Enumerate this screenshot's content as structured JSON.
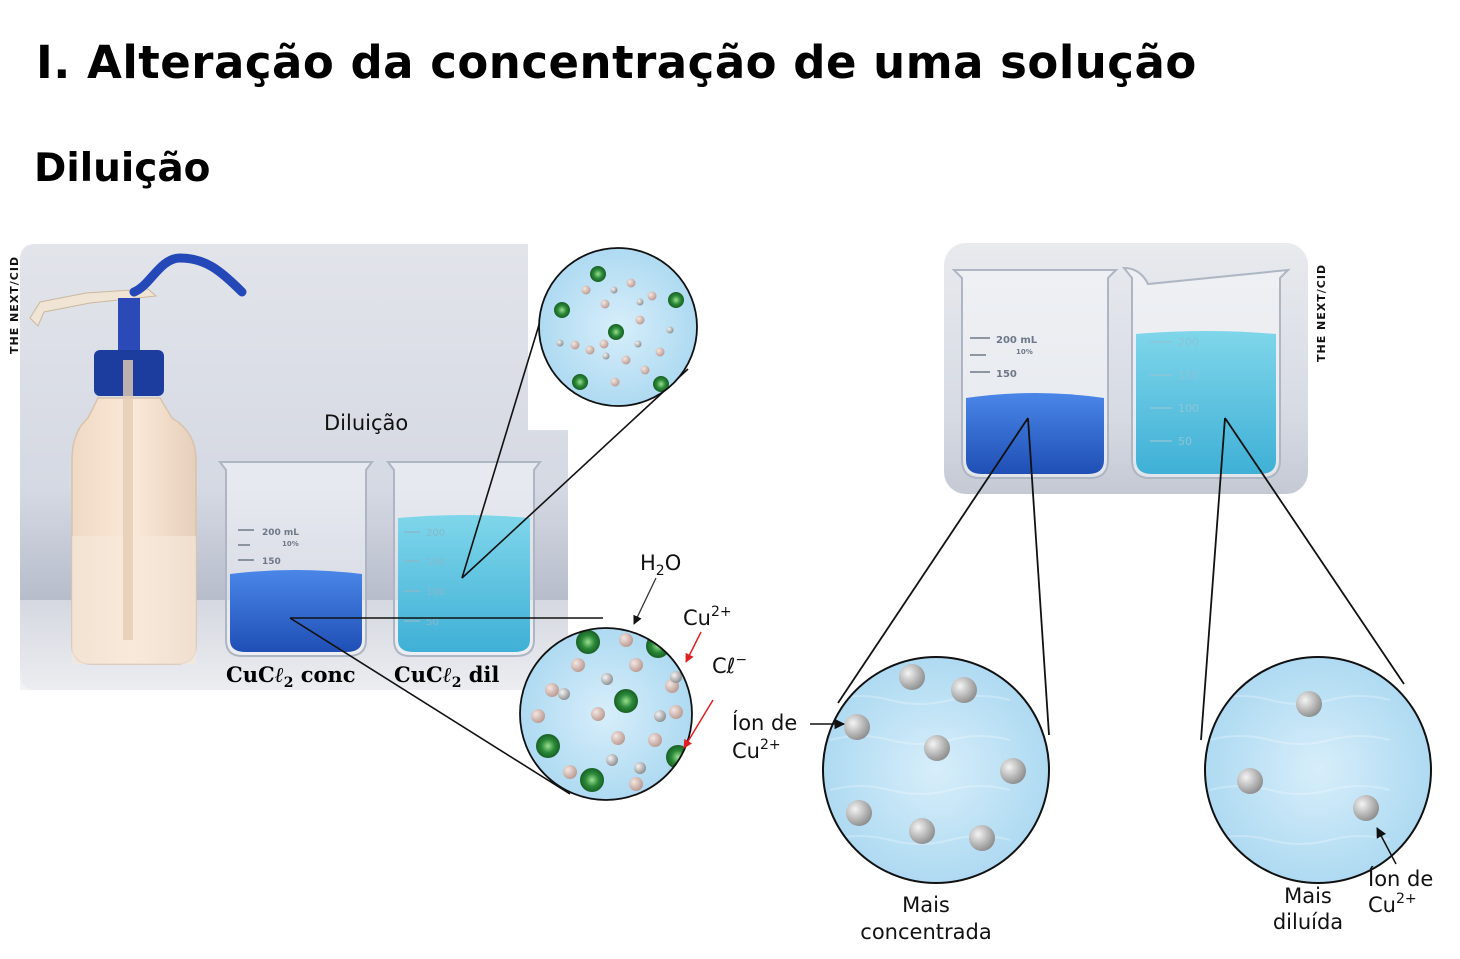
{
  "title": "I. Alteração da concentração de uma solução",
  "subtitle": "Diluição",
  "left_photo": {
    "credit": "THE NEXT/CID",
    "arrow_label": "Diluição",
    "beaker_conc": {
      "label_prefix": "CuC",
      "label_suffix": "conc",
      "marks": [
        "200 mL",
        "10%",
        "150"
      ]
    },
    "beaker_dil": {
      "label_prefix": "CuC",
      "label_suffix": "dil",
      "marks": [
        "200",
        "150",
        "100",
        "50"
      ]
    }
  },
  "left_zoom": {
    "h2o": {
      "base": "H",
      "sub": "2",
      "rest": "O"
    },
    "cu": {
      "base": "Cu",
      "sup": "2+"
    },
    "cl": {
      "base": "C",
      "ell": "ℓ",
      "sup": "−"
    }
  },
  "right_photo": {
    "credit": "THE NEXT/CID",
    "beaker_left_marks": [
      "200 mL",
      "10%",
      "150"
    ],
    "beaker_right_marks": [
      "200",
      "150",
      "100",
      "50"
    ]
  },
  "right_zoom_conc": {
    "ion_label_line1": "Íon de",
    "ion_label_base": "Cu",
    "ion_label_sup": "2+",
    "caption_line1": "Mais",
    "caption_line2": "concentrada"
  },
  "right_zoom_dil": {
    "ion_label_line1": "Íon de",
    "ion_label_base": "Cu",
    "ion_label_sup": "2+",
    "caption_line1": "Mais",
    "caption_line2": "diluída"
  },
  "colors": {
    "concentrated_blue": "#2f63c8",
    "dilute_cyan": "#54c3de",
    "zoom_water": "#bfe3f5",
    "cu_ion_gray": "#b9b9b9",
    "cl_ion_green": "#1f8a3a",
    "red_arrow": "#e02020"
  },
  "icons": [
    "wash-bottle-icon",
    "beaker-icon"
  ]
}
